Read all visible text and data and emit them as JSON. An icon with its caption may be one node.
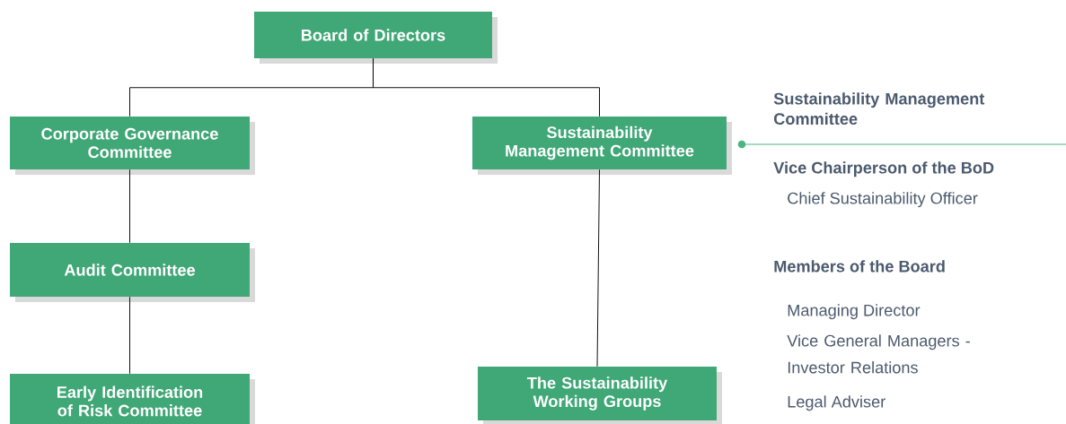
{
  "diagram": {
    "nodes": [
      {
        "text": [
          "Board of Directors"
        ]
      },
      {
        "text": [
          "Corporate Governance Committee"
        ]
      },
      {
        "text": [
          "Sustainability Management Committee"
        ]
      },
      {
        "text": [
          "Audit Committee"
        ]
      },
      {
        "text": [
          "Early Identification of Risk Committee"
        ]
      },
      {
        "text": [
          "The Sustainability Working Groups"
        ]
      }
    ],
    "edges": [
      {
        "from": 0,
        "to": 1,
        "arrow": "none"
      },
      {
        "from": 0,
        "to": 2,
        "arrow": "none"
      },
      {
        "from": 1,
        "to": 3,
        "arrow": "none"
      },
      {
        "from": 3,
        "to": 4,
        "arrow": "none"
      },
      {
        "from": 2,
        "to": 5,
        "arrow": "none"
      }
    ],
    "labels": [
      "Sustainability Management Committee",
      "Vice Chairperson of the BoD",
      "Chief Sustainability Officer",
      "Members of the Board",
      "Managing Director",
      "Vice General Managers - Investor Relations",
      "Legal Adviser"
    ]
  }
}
